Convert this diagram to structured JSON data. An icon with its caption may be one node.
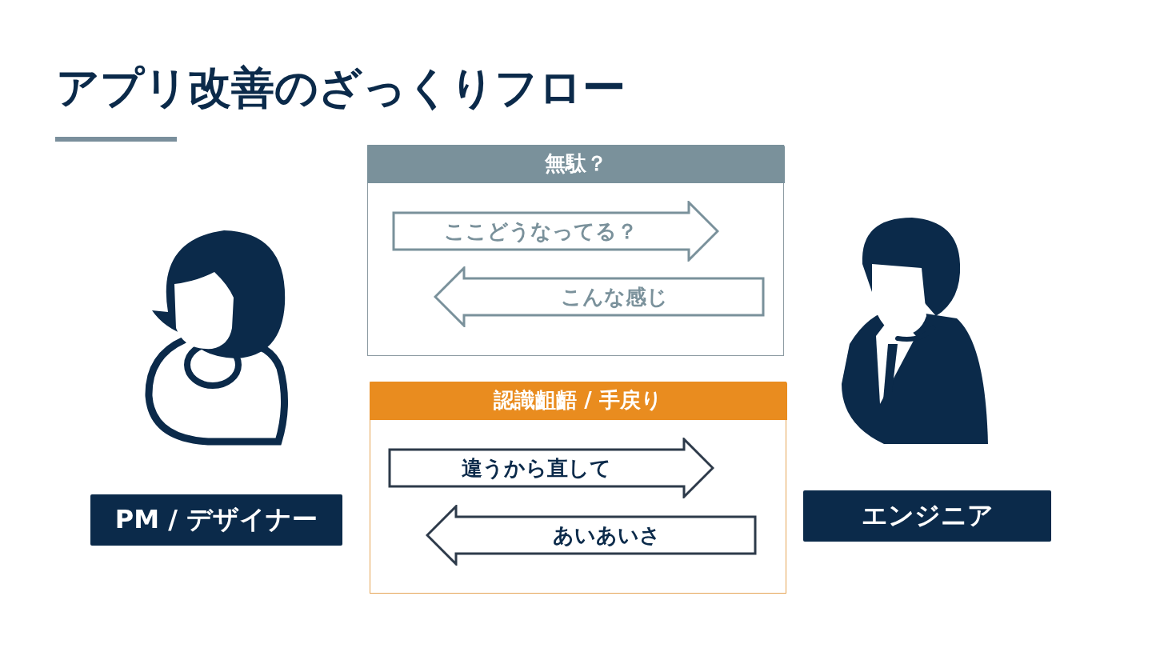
{
  "diagram": {
    "title": "アプリ改善のざっくりフロー",
    "nodes": [
      {
        "text": [
          "PM / デザイナー"
        ]
      },
      {
        "text": [
          "エンジニア"
        ]
      },
      {
        "text": [
          "無駄？"
        ]
      },
      {
        "text": [
          "ここどうなってる？"
        ],
        "in": 2
      },
      {
        "text": [
          "こんな感じ"
        ],
        "in": 2
      },
      {
        "text": [
          "認識齟齬 / 手戻り"
        ]
      },
      {
        "text": [
          "違うから直して"
        ],
        "in": 5
      },
      {
        "text": [
          "あいあいさ"
        ],
        "in": 5
      }
    ]
  }
}
